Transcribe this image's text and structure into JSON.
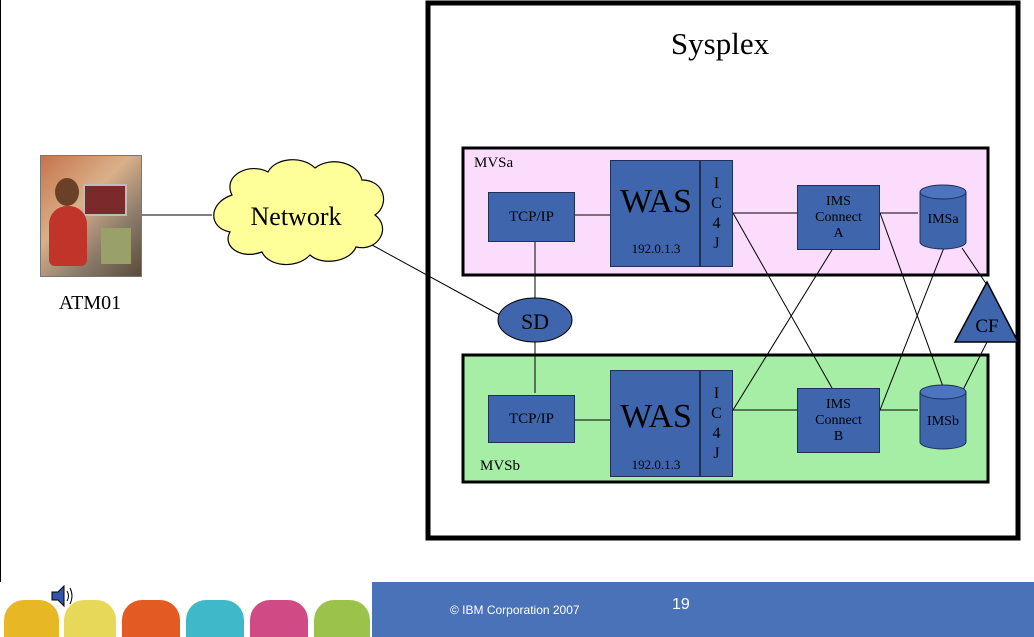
{
  "diagram": {
    "sysplex_label": "Sysplex",
    "atm": {
      "label": "ATM01"
    },
    "network_label": "Network",
    "sd_label": "SD",
    "cf_label": "CF",
    "mvsa": {
      "label": "MVSa",
      "tcpip": "TCP/IP",
      "was": "WAS",
      "ip": "192.0.1.3",
      "ic4j": [
        "I",
        "C",
        "4",
        "J"
      ],
      "ims_connect": [
        "IMS",
        "Connect",
        "A"
      ],
      "ims": "IMSa",
      "fill": "#fcdcfc"
    },
    "mvsb": {
      "label": "MVSb",
      "tcpip": "TCP/IP",
      "was": "WAS",
      "ip": "192.0.1.3",
      "ic4j": [
        "I",
        "C",
        "4",
        "J"
      ],
      "ims_connect": [
        "IMS",
        "Connect",
        "B"
      ],
      "ims": "IMSb",
      "fill": "#a6eea6"
    }
  },
  "footer": {
    "copyright": "© IBM Corporation 2007",
    "page_number": "19"
  },
  "colors": {
    "component_blue": "#3f65ad",
    "network_cloud": "#ffff99",
    "footer_blue": "#4a72b8"
  }
}
